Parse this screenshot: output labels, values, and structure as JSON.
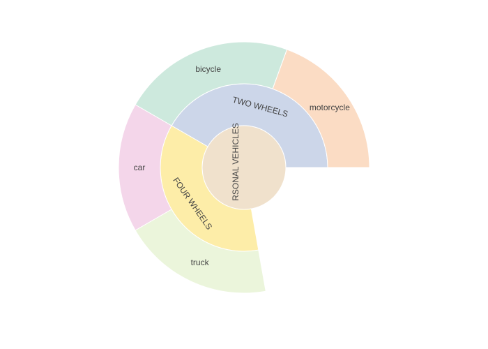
{
  "chart_data": {
    "type": "sunburst",
    "root": {
      "label": "PERSONAL VEHICLES",
      "color": "#f0e1cc",
      "children": [
        {
          "label": "TWO WHEELS",
          "color": "#ccd6e9",
          "children": [
            {
              "label": "motorcycle",
              "color": "#fbdcc4",
              "value": 7
            },
            {
              "label": "bicycle",
              "color": "#cde9dd",
              "value": 8
            }
          ]
        },
        {
          "label": "FOUR WHEELS",
          "color": "#fdeda8",
          "children": [
            {
              "label": "car",
              "color": "#f4d6ea",
              "value": 6
            },
            {
              "label": "truck",
              "color": "#ebf5db",
              "value": 7
            }
          ]
        }
      ]
    },
    "total": 36,
    "start_angle_deg": 90,
    "direction": "counterclockwise"
  }
}
